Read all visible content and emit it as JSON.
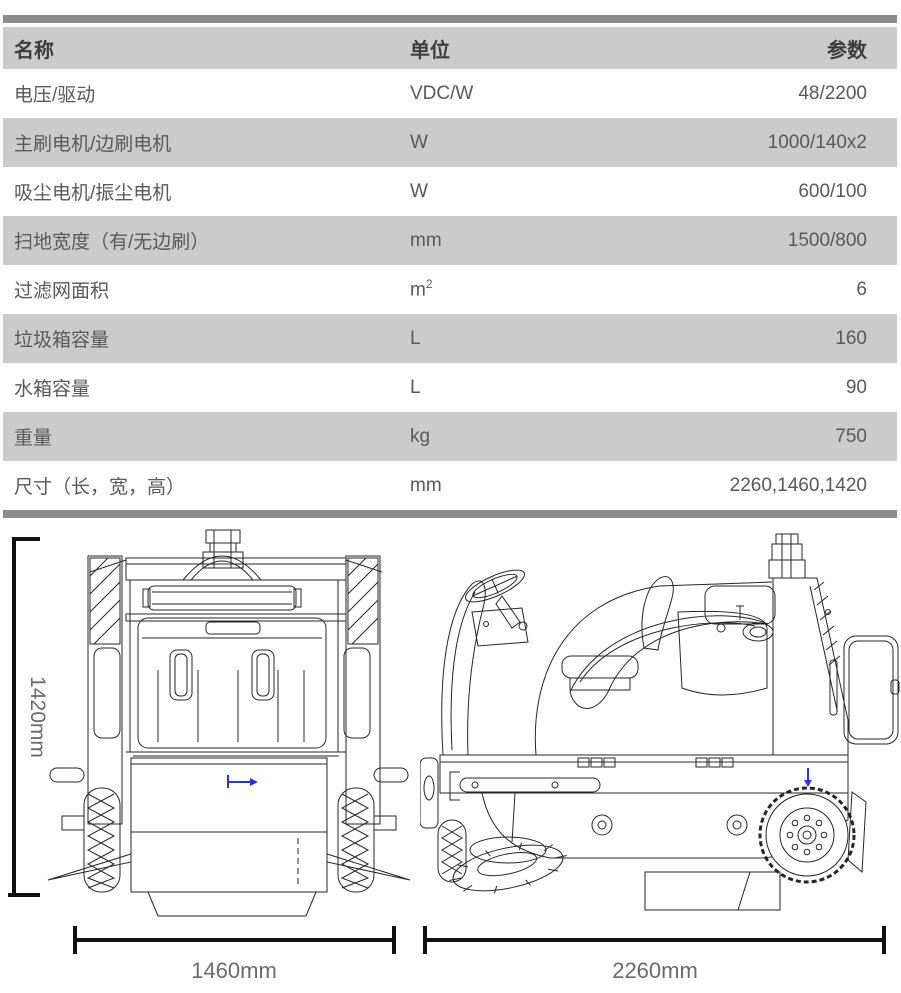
{
  "table": {
    "columns": [
      "名称",
      "单位",
      "参数"
    ],
    "rows": [
      {
        "name": "电压/驱动",
        "unit": "VDC/W",
        "unit_sup": "",
        "value": "48/2200"
      },
      {
        "name": "主刷电机/边刷电机",
        "unit": "W",
        "unit_sup": "",
        "value": "1000/140x2"
      },
      {
        "name": "吸尘电机/振尘电机",
        "unit": "W",
        "unit_sup": "",
        "value": "600/100"
      },
      {
        "name": "扫地宽度（有/无边刷）",
        "unit": "mm",
        "unit_sup": "",
        "value": "1500/800"
      },
      {
        "name": "过滤网面积",
        "unit": "m",
        "unit_sup": "2",
        "value": "6"
      },
      {
        "name": "垃圾箱容量",
        "unit": "L",
        "unit_sup": "",
        "value": "160"
      },
      {
        "name": "水箱容量",
        "unit": "L",
        "unit_sup": "",
        "value": "90"
      },
      {
        "name": "重量",
        "unit": "kg",
        "unit_sup": "",
        "value": "750"
      },
      {
        "name": "尺寸（长，宽，高）",
        "unit": "mm",
        "unit_sup": "",
        "value": "2260,1460,1420"
      }
    ]
  },
  "drawings": {
    "rear_view": {
      "height_label": "1420mm",
      "width_label": "1460mm"
    },
    "side_view": {
      "length_label": "2260mm"
    }
  },
  "colors": {
    "separator_bar": "#8c8c8c",
    "row_alternate": "#cbcbcb",
    "header_text": "#3d3d3d",
    "cell_text": "#595959",
    "dimension_text": "#6a6a6a",
    "line_art": "#262626",
    "axis_marker_blue": "#2b35d0"
  }
}
